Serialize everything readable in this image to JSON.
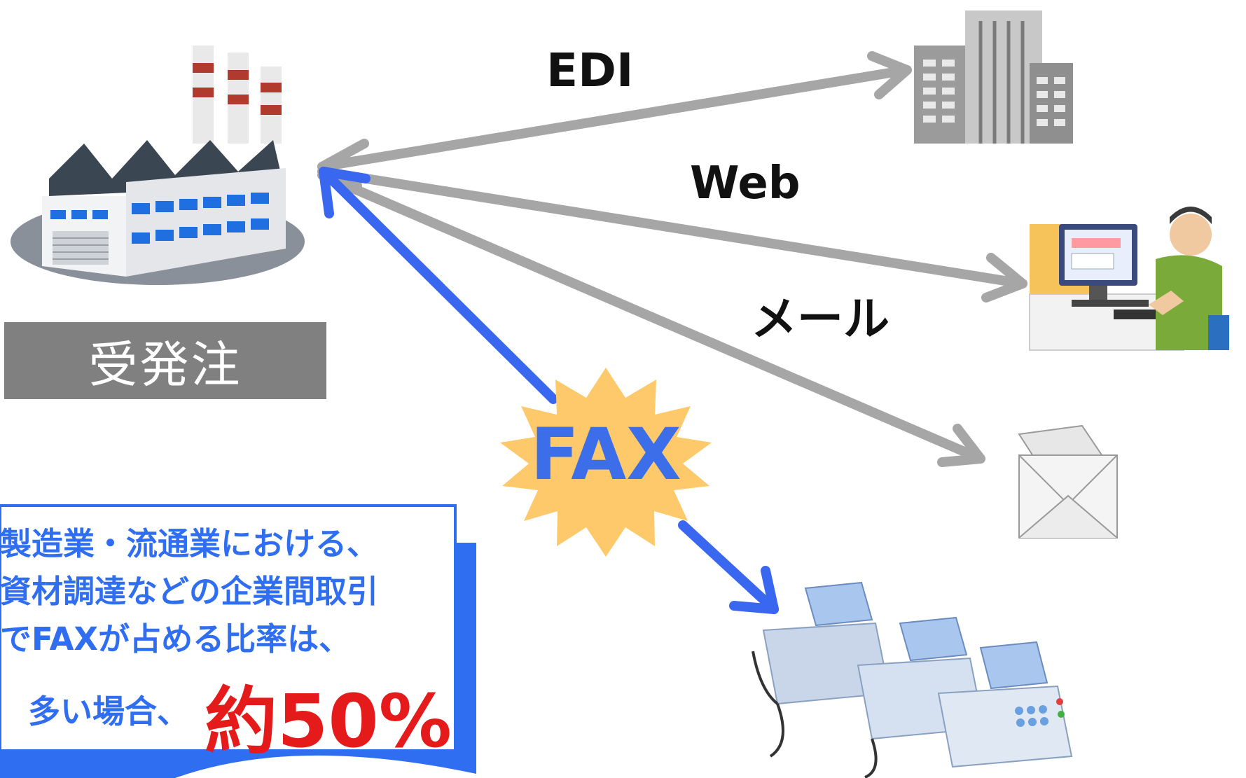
{
  "labels": {
    "edi": "EDI",
    "web": "Web",
    "mail": "メール",
    "fax": "FAX"
  },
  "caption": "受発注",
  "note": {
    "line1": "製造業・流通業における、",
    "line2": "資材調達などの企業間取引",
    "line3": "でFAXが占める比率は、",
    "line4": "多い場合、",
    "highlight": "約50%"
  },
  "icons": {
    "factory": "factory-icon",
    "building": "office-building-icon",
    "pc_user": "pc-user-icon",
    "envelope": "envelope-icon",
    "fax": "fax-machines-icon"
  },
  "colors": {
    "gray_arrow": "#a6a6a6",
    "blue_arrow": "#3a67f0",
    "burst": "#fdc96a",
    "fax_text": "#3b6ee8",
    "note_text": "#2f6ef0",
    "highlight": "#e51b1b",
    "caption_bg": "#808080"
  }
}
